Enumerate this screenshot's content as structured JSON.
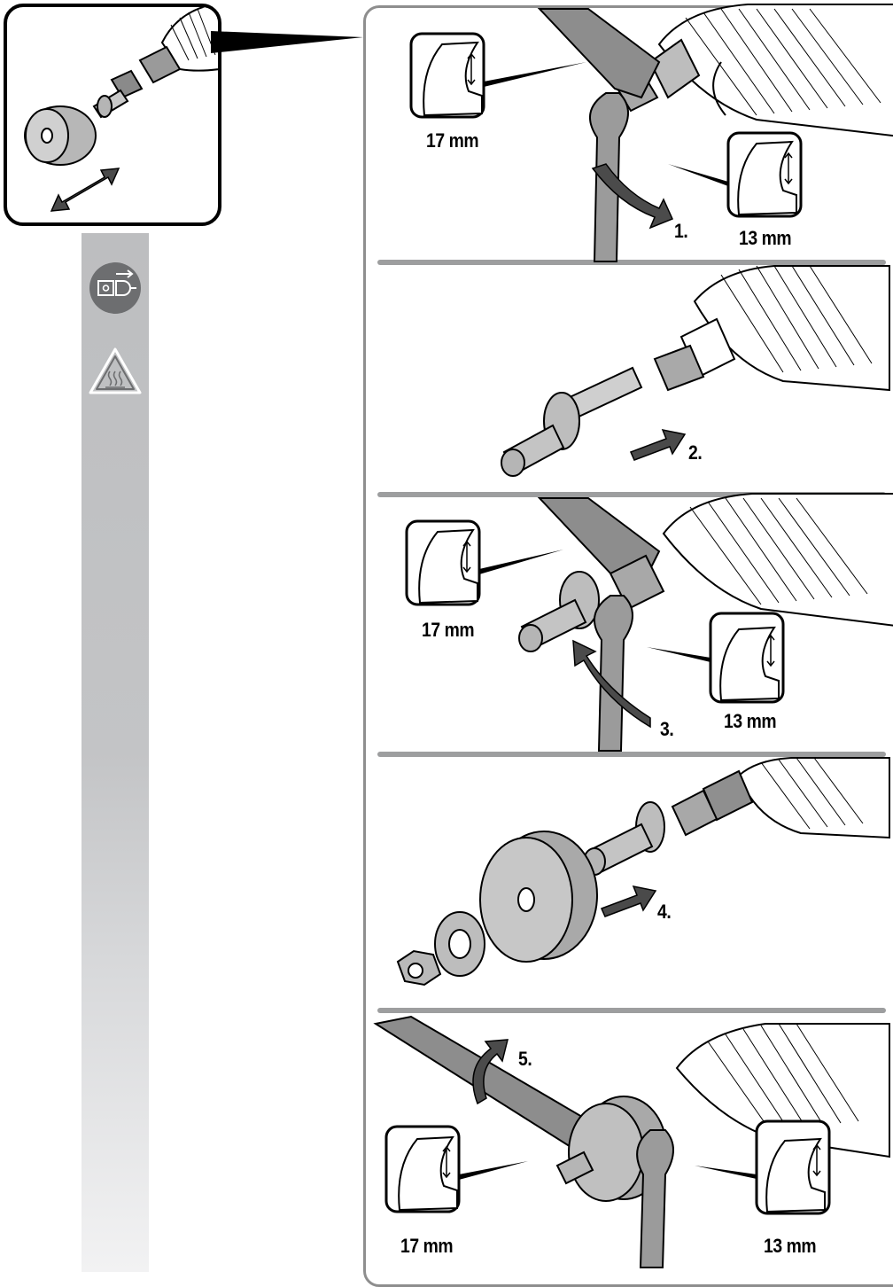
{
  "sidebar": {
    "icons": [
      {
        "name": "unplug-icon",
        "color": "#6d6e70"
      },
      {
        "name": "hot-surface-warning-icon",
        "color": "#6d6e70"
      }
    ],
    "color": "#c1c2c4"
  },
  "overview": {
    "icon": "double-arrow-icon"
  },
  "steps": [
    {
      "number": "1.",
      "wrench_sizes": [
        "17 mm",
        "13 mm"
      ],
      "arrow": "curved-arrow-icon"
    },
    {
      "number": "2.",
      "arrow": "push-arrow-icon"
    },
    {
      "number": "3.",
      "wrench_sizes": [
        "17 mm",
        "13 mm"
      ],
      "arrow": "curved-arrow-icon"
    },
    {
      "number": "4.",
      "arrow": "push-arrow-icon"
    },
    {
      "number": "5.",
      "wrench_sizes": [
        "17 mm",
        "13 mm"
      ],
      "arrow": "curved-arrow-icon"
    }
  ],
  "colors": {
    "frame": "#8e8e8e",
    "metal": "#bcbcbc",
    "dark": "#5c5c5c"
  }
}
